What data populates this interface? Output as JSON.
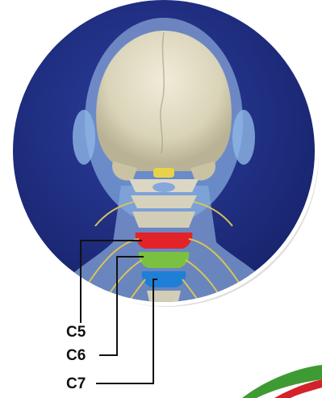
{
  "figure": {
    "subject": "head-and-neck-posterior-view",
    "colors": {
      "background_circle": "#1f2f86",
      "skin_tint": "#8fb7e6",
      "skull": "#e2ddc6",
      "nerve": "#d8c25a",
      "c5_highlight": "#e2232a",
      "c6_highlight": "#7ac142",
      "c7_highlight": "#1f7fd6",
      "leader_line": "#111111",
      "swoosh_green": "#3e9b33",
      "swoosh_red": "#d3222a"
    },
    "labels": [
      {
        "id": "c5",
        "text": "C5"
      },
      {
        "id": "c6",
        "text": "C6"
      },
      {
        "id": "c7",
        "text": "C7"
      }
    ]
  }
}
